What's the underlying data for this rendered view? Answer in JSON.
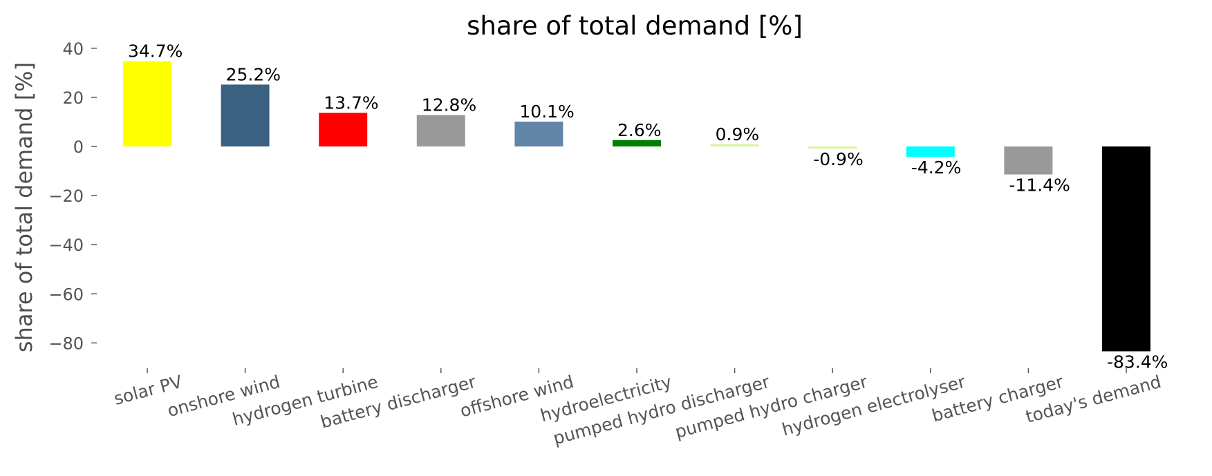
{
  "chart_data": {
    "type": "bar",
    "title": "share of total demand [%]",
    "xlabel": "",
    "ylabel": "share of total demand [%]",
    "ylim": [
      -90,
      40
    ],
    "yticks": [
      40,
      20,
      0,
      -20,
      -40,
      -60,
      -80
    ],
    "ytick_labels": [
      "40",
      "20",
      "0",
      "−20",
      "−40",
      "−60",
      "−80"
    ],
    "grid": false,
    "categories": [
      "solar PV",
      "onshore wind",
      "hydrogen turbine",
      "battery discharger",
      "offshore wind",
      "hydroelectricity",
      "pumped hydro discharger",
      "pumped hydro charger",
      "hydrogen electrolyser",
      "battery charger",
      "today's demand"
    ],
    "values": [
      34.7,
      25.2,
      13.7,
      12.8,
      10.1,
      2.6,
      0.9,
      -0.9,
      -4.2,
      -11.4,
      -83.4
    ],
    "data_labels": [
      "34.7%",
      "25.2%",
      "13.7%",
      "12.8%",
      "10.1%",
      "2.6%",
      "0.9%",
      "-0.9%",
      "-4.2%",
      "-11.4%",
      "-83.4%"
    ],
    "colors": [
      "#ffff00",
      "#3b6182",
      "#ff0000",
      "#999999",
      "#6185a7",
      "#008000",
      "#d9f5a0",
      "#d9f5a0",
      "#00ffff",
      "#999999",
      "#000000"
    ]
  }
}
